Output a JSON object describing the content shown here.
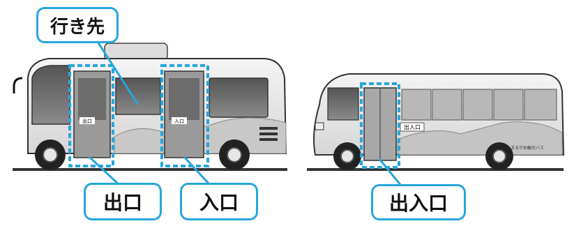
{
  "callouts": {
    "destination": "行き先",
    "exit": "出口",
    "entry": "入口",
    "exit_entry": "出入口"
  },
  "door_labels": {
    "exit_small": "出口",
    "entry_small": "入口",
    "side_exit_entry": "出入口"
  },
  "bus_side_text": "まるがめ観光バス",
  "colors": {
    "accent": "#26a6dc",
    "ground": "#333333"
  }
}
